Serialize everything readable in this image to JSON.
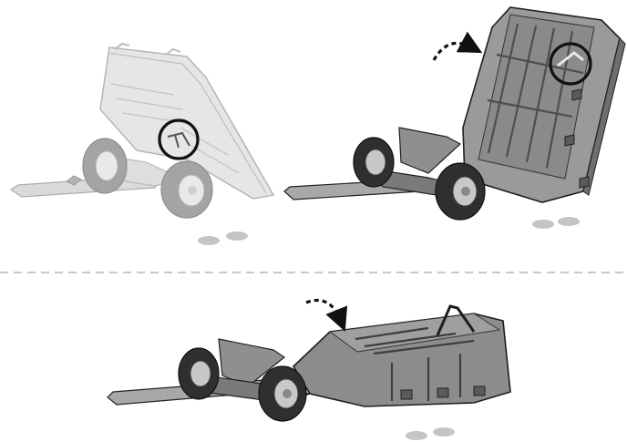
{
  "figure": {
    "description_free": true,
    "steps": [
      {
        "id": "step-1",
        "indicator": "circle-highlight",
        "state": "tilted-raised",
        "style": "faded"
      },
      {
        "id": "step-2",
        "indicator": "circle-highlight",
        "state": "bed-tilted-up",
        "arrow": "curved-arrow-clockwise"
      },
      {
        "id": "step-3",
        "state": "bed-flipped-forward",
        "arrow": "curved-arrow-down"
      }
    ],
    "colors": {
      "faded_fill": "#cfcfcf",
      "faded_stroke": "#8c8c8c",
      "body_fill": "#9c9c9c",
      "body_dark": "#6e6e6e",
      "stroke": "#1e1e1e",
      "tire": "#2f2f2f",
      "rim": "#c8c8c8",
      "footprint": "#c4c4c4",
      "divider": "#b5b5b5"
    },
    "icons": [
      "circle-highlight-icon",
      "curved-arrow-icon",
      "footprints-icon"
    ]
  }
}
